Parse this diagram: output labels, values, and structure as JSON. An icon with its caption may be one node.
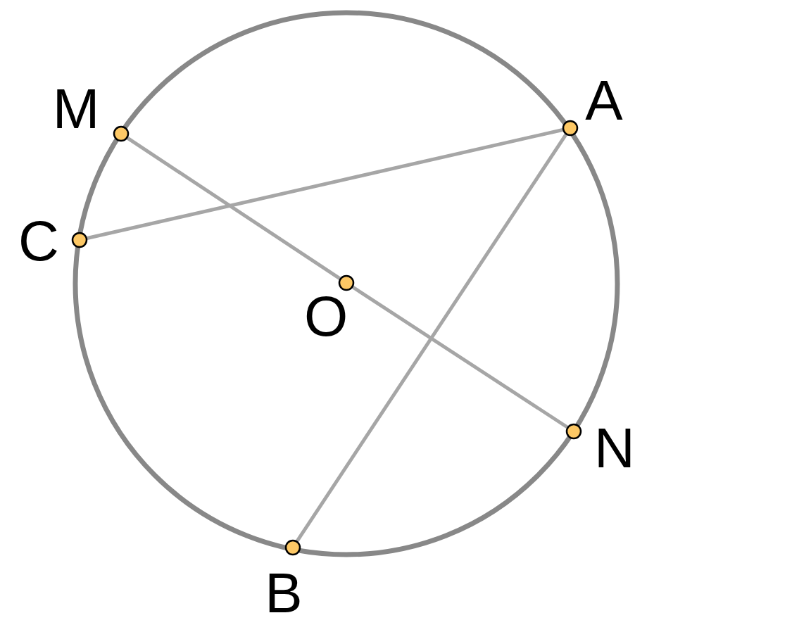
{
  "diagram": {
    "nodes": [
      {
        "text": [
          "M"
        ]
      },
      {
        "text": [
          "A"
        ]
      },
      {
        "text": [
          "C"
        ]
      },
      {
        "text": [
          "O"
        ]
      },
      {
        "text": [
          "N"
        ]
      },
      {
        "text": [
          "B"
        ]
      }
    ],
    "edges": [
      {
        "from": 0,
        "to": 3,
        "arrow": "none"
      },
      {
        "from": 3,
        "to": 4,
        "arrow": "none"
      },
      {
        "from": 2,
        "to": 1,
        "arrow": "none"
      },
      {
        "from": 1,
        "to": 5,
        "arrow": "none"
      }
    ]
  }
}
